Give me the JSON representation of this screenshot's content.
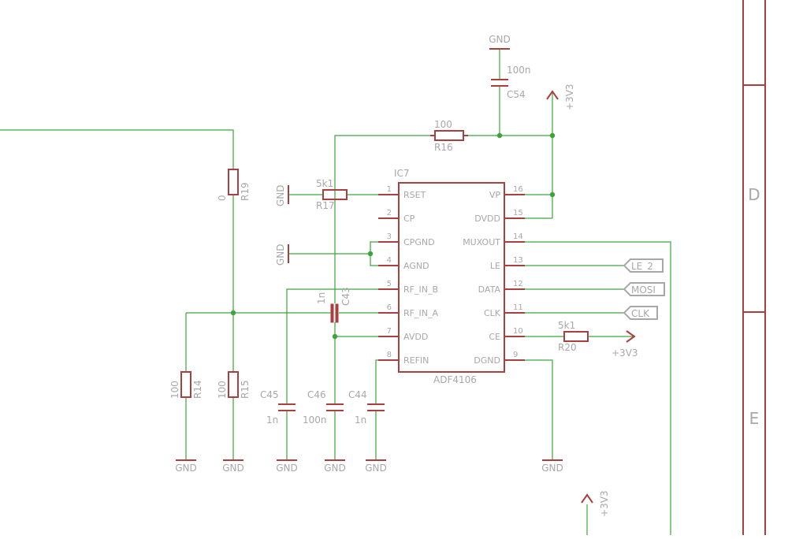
{
  "ic": {
    "name": "IC7",
    "value": "ADF4106",
    "left_pins": [
      {
        "num": "1",
        "name": "RSET"
      },
      {
        "num": "2",
        "name": "CP"
      },
      {
        "num": "3",
        "name": "CPGND"
      },
      {
        "num": "4",
        "name": "AGND"
      },
      {
        "num": "5",
        "name": "RF_IN_B"
      },
      {
        "num": "6",
        "name": "RF_IN_A"
      },
      {
        "num": "7",
        "name": "AVDD"
      },
      {
        "num": "8",
        "name": "REFIN"
      }
    ],
    "right_pins": [
      {
        "num": "16",
        "name": "VP"
      },
      {
        "num": "15",
        "name": "DVDD"
      },
      {
        "num": "14",
        "name": "MUXOUT"
      },
      {
        "num": "13",
        "name": "LE"
      },
      {
        "num": "12",
        "name": "DATA"
      },
      {
        "num": "11",
        "name": "CLK"
      },
      {
        "num": "10",
        "name": "CE"
      },
      {
        "num": "9",
        "name": "DGND"
      }
    ]
  },
  "components": {
    "r16": {
      "name": "R16",
      "value": "100"
    },
    "r17": {
      "name": "R17",
      "value": "5k1"
    },
    "r19": {
      "name": "R19",
      "value": "0"
    },
    "r14": {
      "name": "R14",
      "value": "100"
    },
    "r15": {
      "name": "R15",
      "value": "100"
    },
    "r20": {
      "name": "R20",
      "value": "5k1"
    },
    "c54": {
      "name": "C54",
      "value": "100n"
    },
    "c43": {
      "name": "C43",
      "value": "1n"
    },
    "c45": {
      "name": "C45",
      "value": "1n"
    },
    "c46": {
      "name": "C46",
      "value": "100n"
    },
    "c44": {
      "name": "C44",
      "value": "1n"
    }
  },
  "nets": {
    "gnd": "GND",
    "supply": "+3V3",
    "le": "LE_2",
    "mosi": "MOSI",
    "clk": "CLK"
  },
  "frame": {
    "row_d": "D",
    "row_e": "E"
  },
  "colors": {
    "wire": "#3da33d",
    "part": "#a84040",
    "label": "#a8a8a8",
    "background": "#ffffff"
  }
}
